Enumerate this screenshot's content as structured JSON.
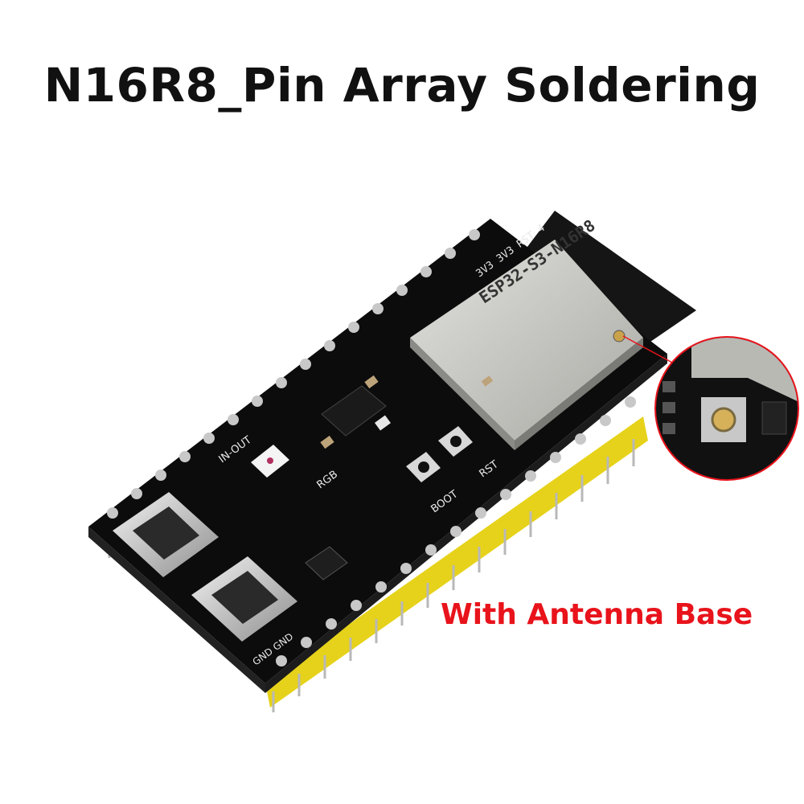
{
  "title": "N16R8_Pin Array Soldering",
  "callout": "With Antenna Base",
  "module_label": "ESP32-S3-N16R8",
  "silk": {
    "power_pins": "3V3 3V3 RST 4",
    "in_out": "IN-OUT",
    "rgb": "RGB",
    "rst": "RST",
    "boot": "BOOT",
    "gnd": "GND GND"
  },
  "colors": {
    "title": "#111111",
    "callout": "#e8131b",
    "pcb": "#0c0c0c",
    "pin_header": "#e6d21a",
    "pins": "#bfbfbf",
    "module_shield": "#c9c9c4",
    "antenna": "#111111"
  },
  "objects": {
    "board": "ESP32-S3 development board, black PCB with two USB-C ports and yellow pin headers",
    "zoom": "circular magnified inset of the antenna connector"
  }
}
